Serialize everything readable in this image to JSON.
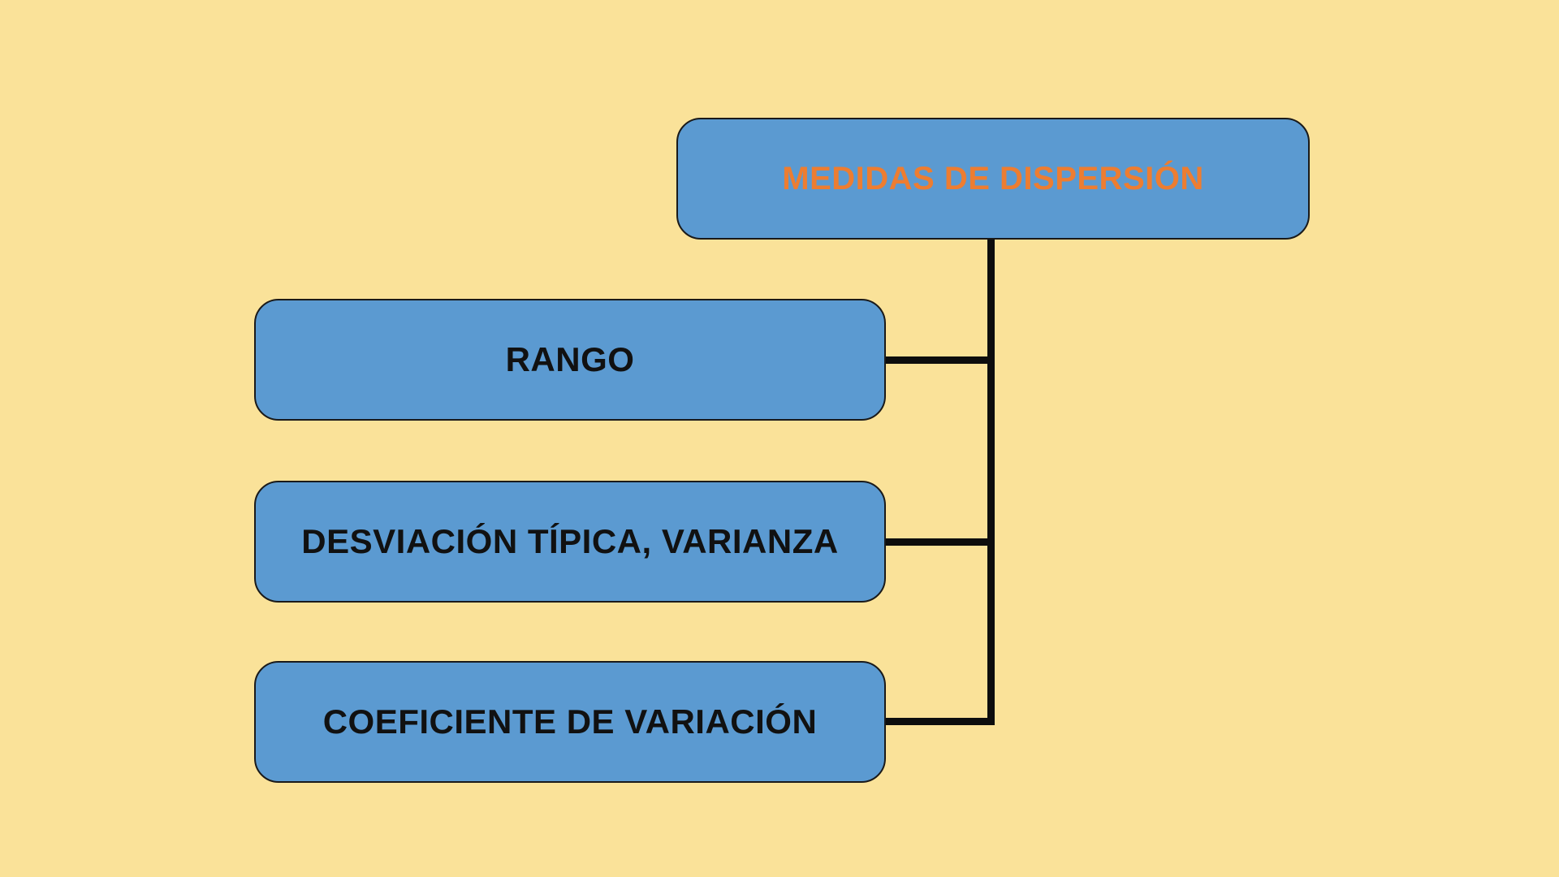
{
  "diagram": {
    "root": {
      "label": "MEDIDAS DE DISPERSIÓN"
    },
    "children": [
      {
        "label": "RANGO"
      },
      {
        "label": "DESVIACIÓN TÍPICA, VARIANZA"
      },
      {
        "label": "COEFICIENTE DE VARIACIÓN"
      }
    ],
    "colors": {
      "background": "#FAE299",
      "box_fill": "#5B9AD1",
      "box_border": "#1A1A1A",
      "root_text": "#ED7D31",
      "child_text": "#111111",
      "connector": "#0D0D0D"
    }
  }
}
